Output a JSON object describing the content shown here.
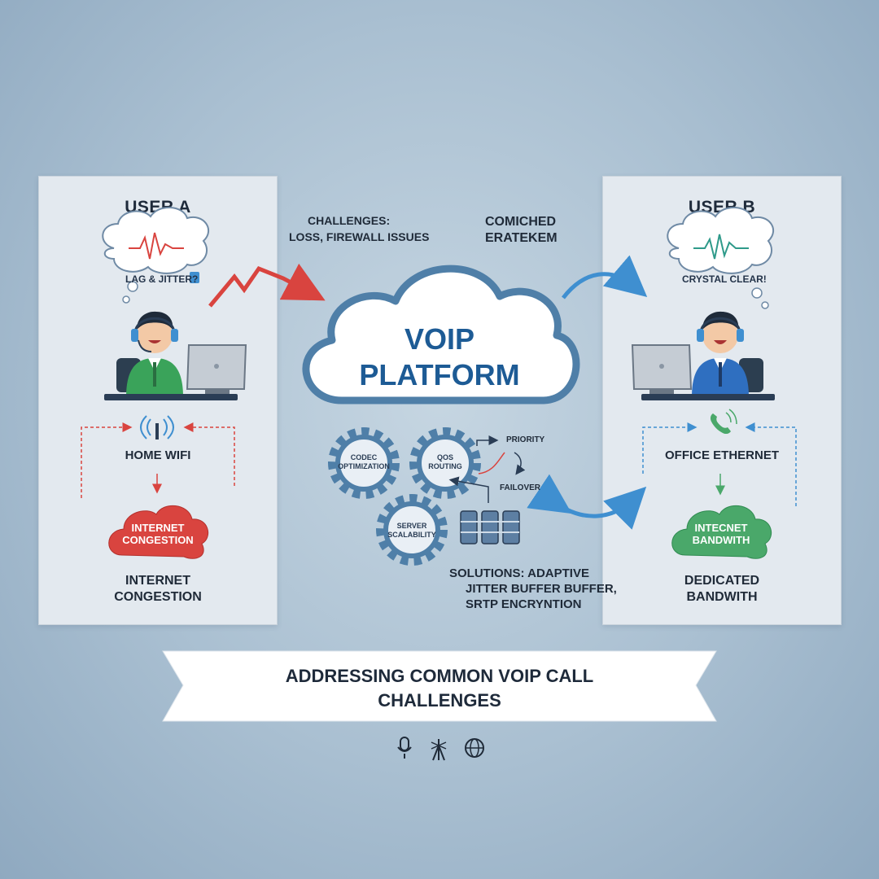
{
  "user_a": {
    "title": "USER A",
    "thought": "LAG & JITTER?",
    "connection": "HOME WIFI",
    "cloud": "INTERNET CONGESTION",
    "caption_line1": "INTERNET",
    "caption_line2": "CONGESTION"
  },
  "user_b": {
    "title": "USER B",
    "thought": "CRYSTAL CLEAR!",
    "connection": "OFFICE ETHERNET",
    "cloud": "INTECNET BANDWITH",
    "caption_line1": "DEDICATED",
    "caption_line2": "BANDWITH"
  },
  "center": {
    "challenges_line1": "CHALLENGES:",
    "challenges_line2": "LOSS, FIREWALL ISSUES",
    "top_right_line1": "COMICHED",
    "top_right_line2": "ERATEKEM",
    "platform_line1": "VOIP",
    "platform_line2": "PLATFORM",
    "gear_codec": "CODEC OPTIMIZATION",
    "gear_qos": "QOS ROUTING",
    "gear_server": "SERVER SCALABILITY",
    "priority": "PRIORITY",
    "failover": "FAILOVER",
    "solutions_line1": "SOLUTIONS: ADAPTIVE",
    "solutions_line2": "JITTER BUFFER BUFFER,",
    "solutions_line3": "SRTP ENCRYNTION"
  },
  "banner": {
    "line1": "ADDRESSING COMMON VOIP CALL",
    "line2": "CHALLENGES"
  },
  "footer_icons": [
    "microphone-icon",
    "antenna-icon",
    "globe-icon"
  ],
  "colors": {
    "red_accent": "#d9443f",
    "blue_accent": "#3f8fd0",
    "green_cloud": "#4aa86a",
    "platform_text": "#1d5b95",
    "cloud_outline": "#4f7fa8"
  }
}
